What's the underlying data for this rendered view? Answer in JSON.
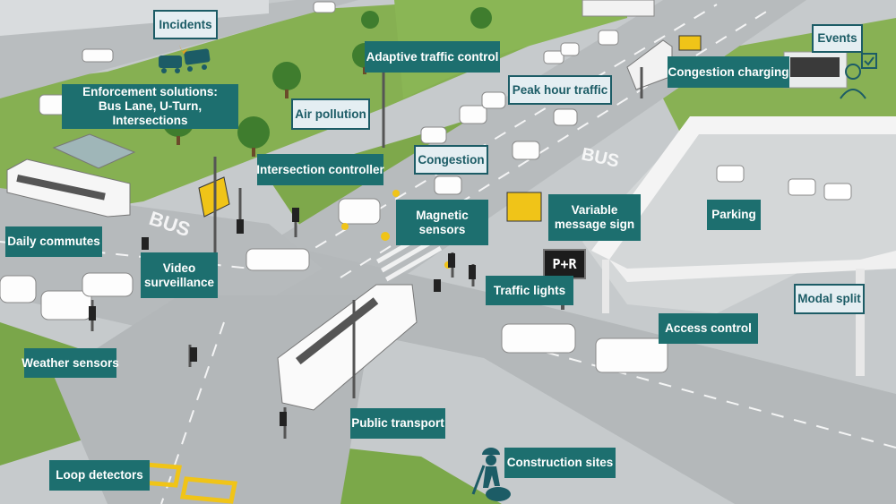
{
  "diagram": {
    "labels": {
      "incidents": "Incidents",
      "adaptive_traffic_control": "Adaptive traffic control",
      "events": "Events",
      "congestion_charging": "Congestion charging",
      "enforcement_line1": "Enforcement solutions:",
      "enforcement_line2": "Bus Lane, U-Turn, Intersections",
      "peak_hour_traffic": "Peak hour traffic",
      "air_pollution": "Air pollution",
      "intersection_controller": "Intersection controller",
      "congestion": "Congestion",
      "magnetic_line1": "Magnetic",
      "magnetic_line2": "sensors",
      "variable_line1": "Variable",
      "variable_line2": "message sign",
      "parking": "Parking",
      "daily_commutes": "Daily commutes",
      "video_line1": "Video",
      "video_line2": "surveillance",
      "traffic_lights": "Traffic lights",
      "modal_split": "Modal split",
      "access_control": "Access control",
      "weather_sensors": "Weather sensors",
      "public_transport": "Public transport",
      "construction_sites": "Construction sites",
      "loop_detectors": "Loop detectors"
    },
    "road_markings": {
      "bus_left": "BUS",
      "bus_right": "BUS"
    },
    "park_ride_sign": "P+R"
  },
  "colors": {
    "label_dark": "#1d6f6f",
    "label_light_bg": "#e4eef2",
    "label_light_text": "#1c5c66",
    "road": "#b9bdbf",
    "grass": "#7faa4d",
    "parking_roof": "#f0f0f0"
  },
  "icons": [
    "car-crash-icon",
    "event-person-icon",
    "construction-worker-icon"
  ]
}
